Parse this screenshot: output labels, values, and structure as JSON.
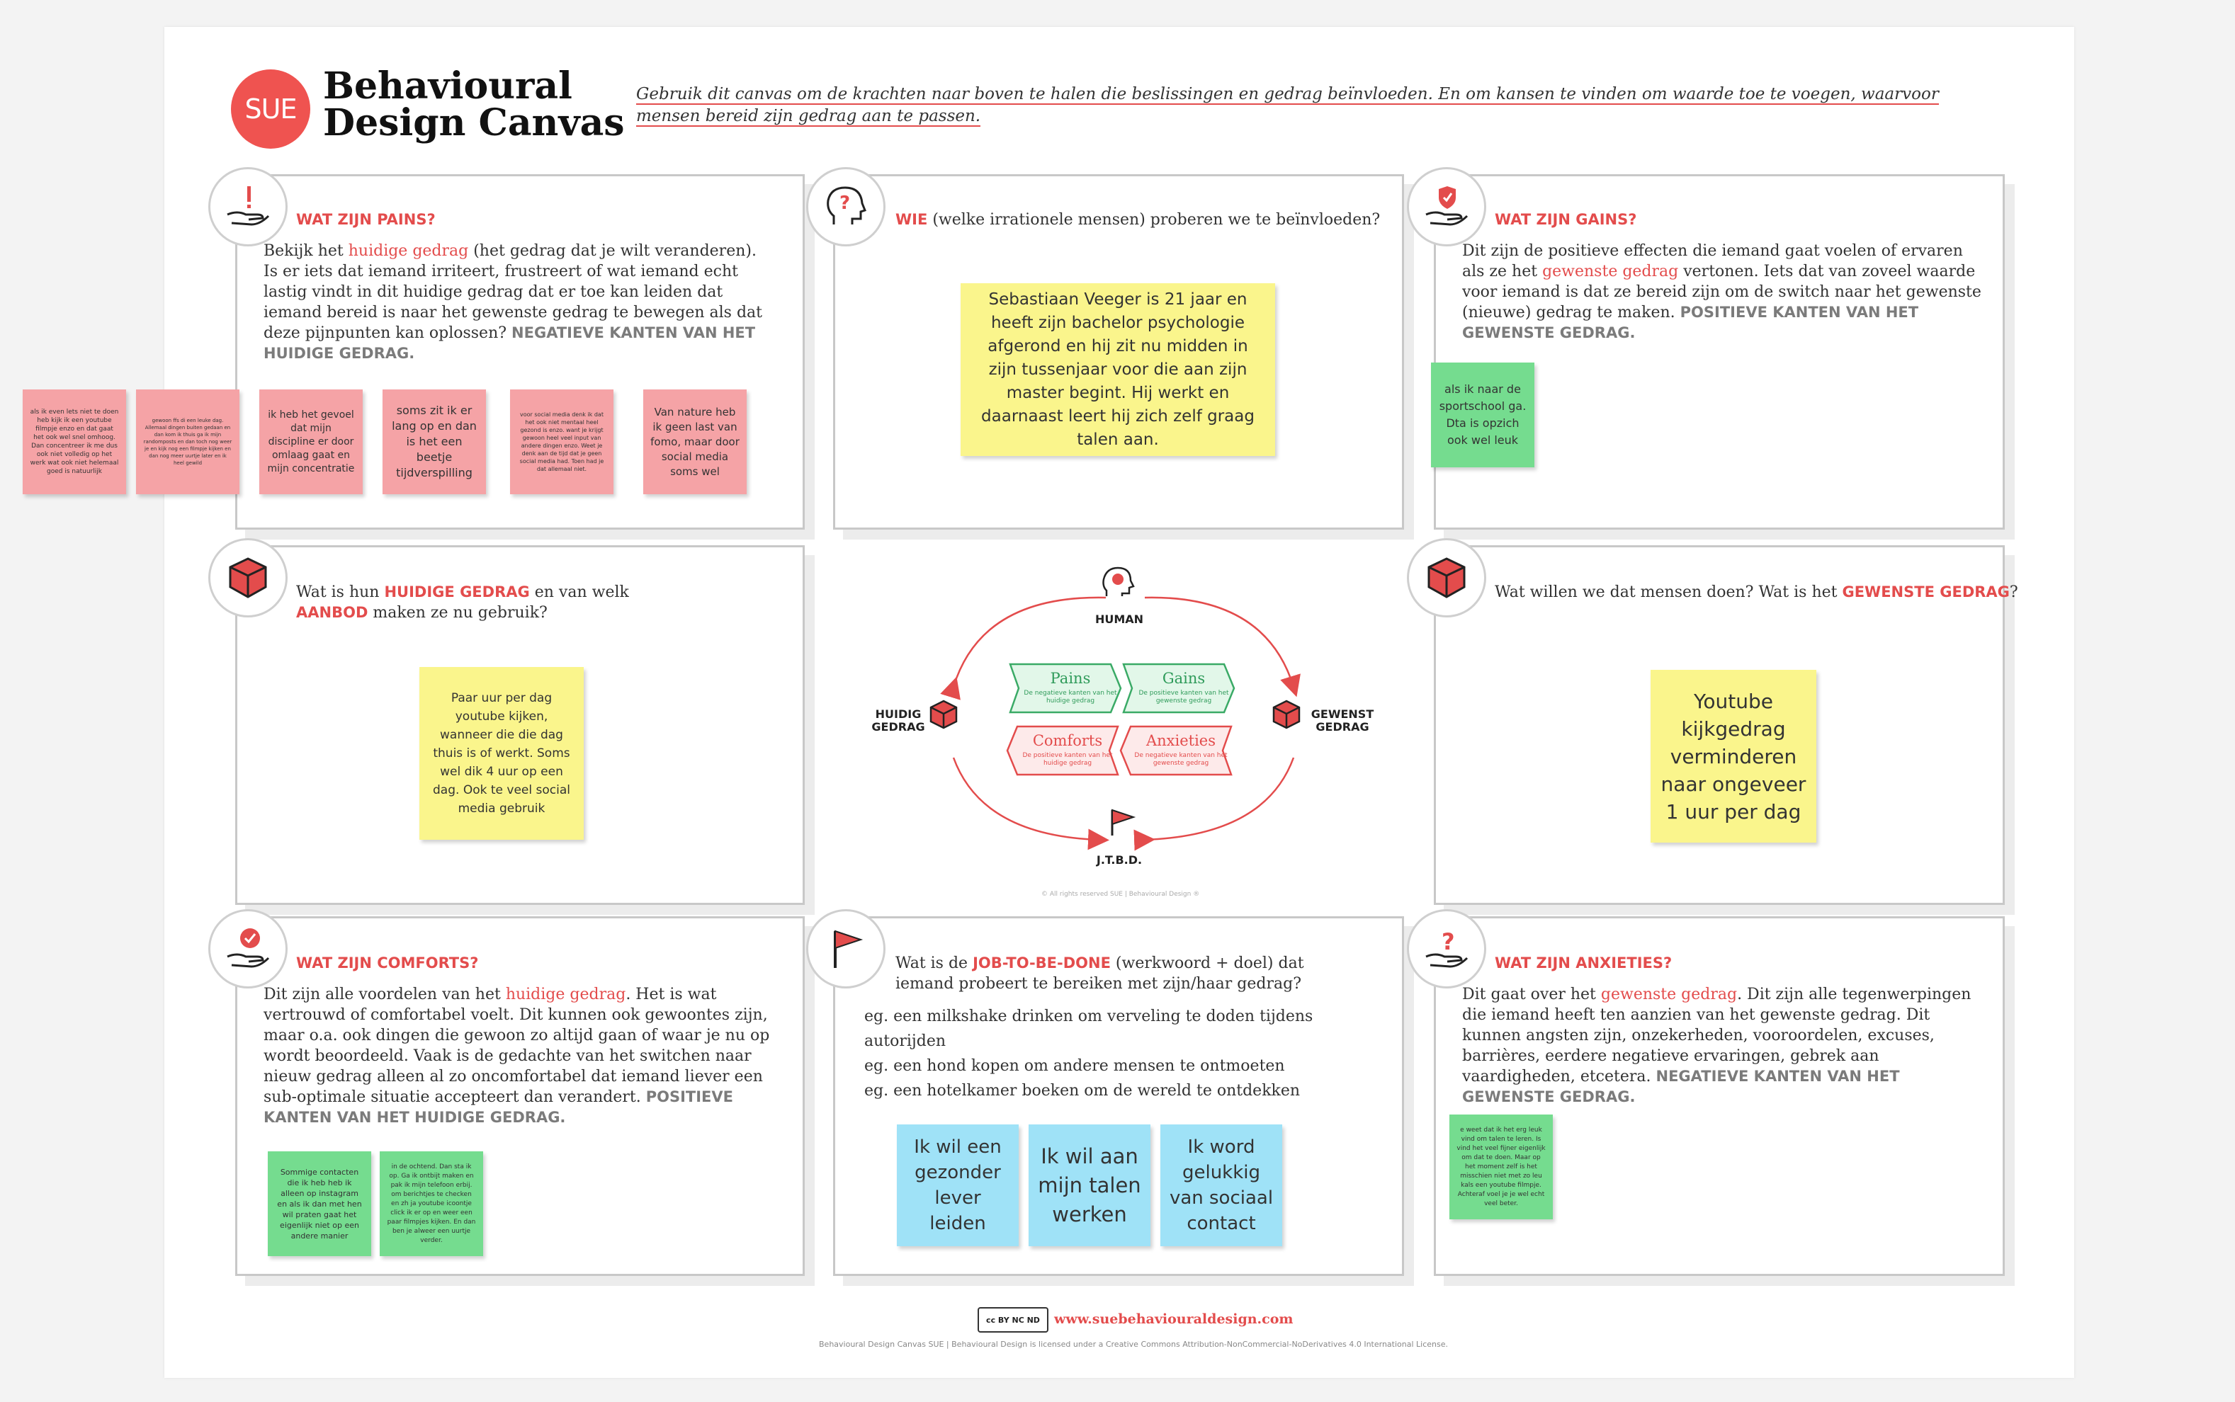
{
  "header": {
    "logo": "SUE",
    "title_line1": "Behavioural",
    "title_line2": "Design Canvas",
    "intro": "Gebruik dit canvas om de krachten naar boven te halen die beslissingen en gedrag beïnvloeden. En om kansen te vinden om waarde toe te voegen, waarvoor mensen bereid zijn gedrag aan te passen."
  },
  "pains": {
    "title": "WAT ZIJN PAINS?",
    "body_pre": "Bekijk het ",
    "body_highlight": "huidige gedrag",
    "body_post": " (het gedrag dat je wilt veranderen). Is er iets dat iemand irriteert, frustreert of wat iemand echt lastig vindt in dit huidige gedrag dat er toe kan leiden dat iemand bereid is naar het gewenste gedrag te bewegen als dat deze pijnpunten kan oplossen?",
    "tagline": "NEGATIEVE KANTEN VAN HET HUIDIGE GEDRAG.",
    "notes": [
      "als ik even lets niet te doen heb kijk ik een youtube filmpje enzo en dat gaat het ook wel snel omhoog. Dan concentreer ik me dus ook niet volledig op het werk wat ook niet helemaal goed is natuurlijk",
      "gewoon ffs di een leuke dag. Allemaal dingen buiten gedaan en dan kom ik thuis ga ik mijn randomposts en dan toch nog weer je en kijk nog een filmpje kijken en dan nog meer uurtje later en ik heel gewild",
      "ik heb het gevoel dat mijn discipline er door omlaag gaat en mijn concentratie",
      "soms zit ik er lang op en dan is het een beetje tijdverspilling",
      "voor social media denk ik dat het ook niet mentaal heel gezond is enzo. want je krijgt gewoon heel veel input van andere dingen enzo. Weet je denk aan de tijd dat je geen social media had. Toen had je dat allemaal niet.",
      "Van nature heb ik geen last van fomo, maar door social media soms wel"
    ]
  },
  "who": {
    "title": "WIE",
    "body": " (welke irrationele mensen) proberen we te beïnvloeden?",
    "note": "Sebastiaan Veeger is 21 jaar en heeft zijn bachelor psychologie afgerond en hij zit nu midden in zijn tussenjaar voor die aan zijn master begint. Hij werkt en daarnaast leert hij zich zelf graag talen aan."
  },
  "gains": {
    "title": "WAT ZIJN GAINS?",
    "body_pre": "Dit zijn de positieve effecten die iemand gaat voelen of ervaren als ze het ",
    "body_highlight": "gewenste gedrag",
    "body_post": " vertonen. Iets dat van zoveel waarde voor iemand is dat ze bereid zijn om de switch naar het gewenste (nieuwe) gedrag te maken.",
    "tagline": "POSITIEVE KANTEN VAN HET GEWENSTE GEDRAG.",
    "note": "als ik naar de sportschool ga. Dta is opzich ook wel leuk"
  },
  "current": {
    "pre": "Wat is hun ",
    "highlight1": "HUIDIGE GEDRAG",
    "mid": " en van welk",
    "highlight2": "AANBOD",
    "post": " maken ze nu gebruik?",
    "note": "Paar uur per dag youtube kijken, wanneer die die dag thuis is of werkt. Soms wel dik 4 uur op een dag. Ook te veel social media gebruik"
  },
  "diagram": {
    "human": "HUMAN",
    "current": "HUIDIG GEDRAG",
    "desired": "GEWENST GEDRAG",
    "jtbd": "J.T.B.D.",
    "pains_title": "Pains",
    "pains_sub": "De negatieve kanten van het huidige gedrag",
    "gains_title": "Gains",
    "gains_sub": "De positieve kanten van het gewenste gedrag",
    "comforts_title": "Comforts",
    "comforts_sub": "De positieve kanten van het huidige gedrag",
    "anxieties_title": "Anxieties",
    "anxieties_sub": "De negatieve kanten van het gewenste gedrag",
    "copyright": "© All rights reserved SUE | Behavioural Design ®"
  },
  "desired": {
    "pre": "Wat willen we dat mensen doen? Wat is het ",
    "highlight": "GEWENSTE GEDRAG",
    "post": "?",
    "note": "Youtube kijkgedrag verminderen naar ongeveer 1 uur per dag"
  },
  "comforts": {
    "title": "WAT ZIJN COMFORTS?",
    "body_pre": "Dit zijn alle voordelen van het ",
    "body_highlight": "huidige gedrag",
    "body_post": ". Het is wat vertrouwd of comfortabel voelt. Dit kunnen ook gewoontes zijn, maar o.a. ook dingen die gewoon zo altijd gaan of waar je nu op wordt beoordeeld. Vaak is de gedachte van het switchen naar nieuw gedrag alleen al zo oncomfortabel dat iemand liever een sub-optimale situatie accepteert dan verandert.",
    "tagline": "POSITIEVE KANTEN VAN HET HUIDIGE GEDRAG.",
    "notes": [
      "Sommige contacten die ik heb heb ik alleen op instagram en als ik dan met hen wil praten gaat het eigenlijk niet op een andere manier",
      "in de ochtend. Dan sta ik op. Ga ik ontbijt maken en pak ik mijn telefoon erbij. om berichtjes te checken en zh ja youtube icoontje click ik er op en weer een paar filmpjes kijken. En dan ben je alweer een uurtje verder."
    ]
  },
  "jtbd": {
    "pre": "Wat is de ",
    "highlight": "JOB-TO-BE-DONE",
    "post": " (werkwoord + doel) dat iemand probeert te bereiken met zijn/haar gedrag?",
    "examples": [
      "eg. een milkshake drinken om verveling te doden tijdens autorijden",
      "eg. een hond kopen om andere mensen te ontmoeten",
      "eg. een hotelkamer boeken om de wereld te ontdekken"
    ],
    "notes": [
      "Ik wil een gezonder lever leiden",
      "Ik wil aan mijn talen werken",
      "Ik word gelukkig van sociaal contact"
    ]
  },
  "anxieties": {
    "title": "WAT ZIJN ANXIETIES?",
    "body_pre": "Dit gaat over het ",
    "body_highlight": "gewenste gedrag",
    "body_post": ". Dit zijn alle tegenwerpingen die iemand heeft ten aanzien van het gewenste gedrag. Dit kunnen angsten zijn, onzekerheden, vooroordelen, excuses, barrières, eerdere negatieve ervaringen, gebrek aan vaardigheden, etcetera.",
    "tagline": "NEGATIEVE KANTEN VAN HET GEWENSTE GEDRAG.",
    "note": "e weet dat ik het erg leuk vind om talen te leren. Is vind het veel fijner eigenlijk om dat te doen. Maar op het moment zelf is het misschien niet met zo leu kals een youtube filmpje. Achteraf voel je je wel echt veel beter."
  },
  "footer": {
    "link": "www.suebehaviouraldesign.com",
    "cc": "cc BY NC ND",
    "license": "Behavioural Design Canvas SUE | Behavioural Design is licensed under a Creative Commons Attribution-NonCommercial-NoDerivatives 4.0 International License."
  },
  "colors": {
    "accent": "#e34c4c",
    "pink_note": "#f5a3a6",
    "green_note": "#75dc8f",
    "yellow_note": "#faf58c",
    "blue_note": "#9fe2f7"
  },
  "icons": {
    "pains": "hand-exclamation-icon",
    "who": "head-question-icon",
    "gains": "hand-shield-icon",
    "current": "cube-icon",
    "desired": "cube-icon",
    "comforts": "hand-check-icon",
    "jtbd": "flag-icon",
    "anxieties": "hand-question-icon"
  }
}
